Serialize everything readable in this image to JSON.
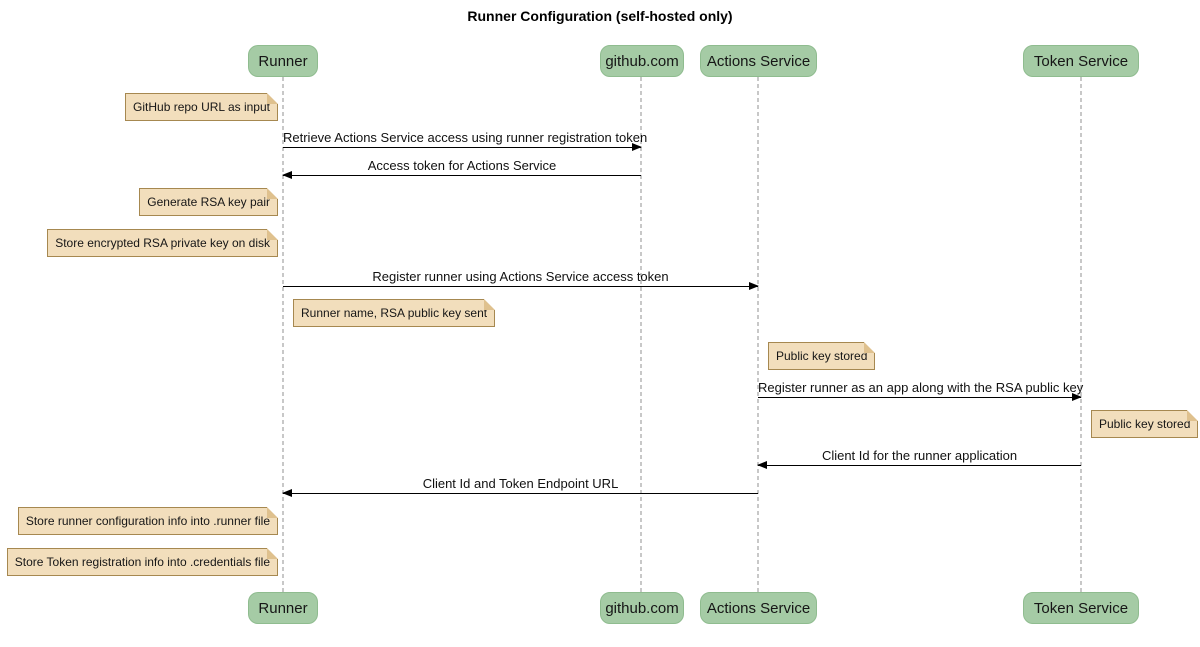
{
  "title": "Runner Configuration (self-hosted only)",
  "diagram_type": "sequence-diagram",
  "colors": {
    "background": "#ffffff",
    "participant_fill": "#a5cba5",
    "participant_border": "#8fbc8f",
    "note_fill": "#f2debc",
    "note_border": "#a68850",
    "lifeline": "#c8c8c8",
    "arrow": "#000000",
    "text": "#161616"
  },
  "participants": [
    {
      "label": "Runner"
    },
    {
      "label": "github.com"
    },
    {
      "label": "Actions Service"
    },
    {
      "label": "Token Service"
    }
  ],
  "messages": [
    {
      "from": "Runner",
      "to": "github.com",
      "direction": "right",
      "label": "Retrieve Actions Service access using runner registration token"
    },
    {
      "from": "github.com",
      "to": "Runner",
      "direction": "left",
      "label": "Access token for Actions Service"
    },
    {
      "from": "Runner",
      "to": "Actions Service",
      "direction": "right",
      "label": "Register runner using Actions Service access token"
    },
    {
      "from": "Actions Service",
      "to": "Token Service",
      "direction": "right",
      "label": "Register runner as an app along with the RSA public key"
    },
    {
      "from": "Token Service",
      "to": "Actions Service",
      "direction": "left",
      "label": "Client Id for the runner application"
    },
    {
      "from": "Actions Service",
      "to": "Runner",
      "direction": "left",
      "label": "Client Id and Token Endpoint URL"
    }
  ],
  "notes": [
    {
      "position": "left of Runner",
      "text": "GitHub repo URL as input"
    },
    {
      "position": "left of Runner",
      "text": "Generate RSA key pair"
    },
    {
      "position": "left of Runner",
      "text": "Store encrypted RSA private key on disk"
    },
    {
      "position": "right of Runner",
      "text": "Runner name, RSA public key sent"
    },
    {
      "position": "right of Actions Service",
      "text": "Public key stored"
    },
    {
      "position": "right of Token Service",
      "text": "Public key stored"
    },
    {
      "position": "left of Runner",
      "text": "Store runner configuration info into .runner file"
    },
    {
      "position": "left of Runner",
      "text": "Store Token registration info into .credentials file"
    }
  ]
}
